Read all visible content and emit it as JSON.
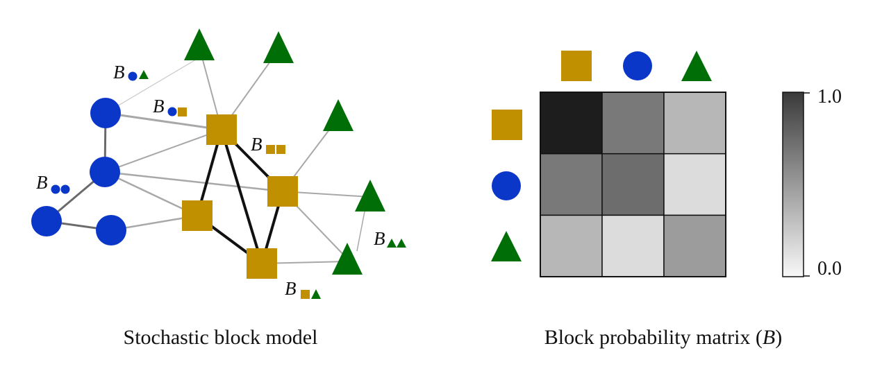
{
  "left_caption": "Stochastic block model",
  "right_caption_main": "Block probability matrix (",
  "right_caption_symbol": "B",
  "right_caption_close": ")",
  "label_letter": "B",
  "colorbar": {
    "max_label": "1.0",
    "min_label": "0.0"
  },
  "colors": {
    "square": "#c09000",
    "circle": "#0a37c8",
    "triangle": "#006e06"
  },
  "groups": [
    "square",
    "circle",
    "triangle"
  ],
  "matrix": [
    [
      0.95,
      0.55,
      0.28
    ],
    [
      0.55,
      0.6,
      0.12
    ],
    [
      0.28,
      0.12,
      0.4
    ]
  ],
  "edge_labels": [
    {
      "name": "label-circle-triangle",
      "shapes": [
        "circle",
        "triangle"
      ]
    },
    {
      "name": "label-circle-square",
      "shapes": [
        "circle",
        "square"
      ]
    },
    {
      "name": "label-square-square",
      "shapes": [
        "square",
        "square"
      ]
    },
    {
      "name": "label-circle-circle",
      "shapes": [
        "circle",
        "circle"
      ]
    },
    {
      "name": "label-triangle-triangle",
      "shapes": [
        "triangle",
        "triangle"
      ]
    },
    {
      "name": "label-square-triangle",
      "shapes": [
        "square",
        "triangle"
      ]
    }
  ]
}
